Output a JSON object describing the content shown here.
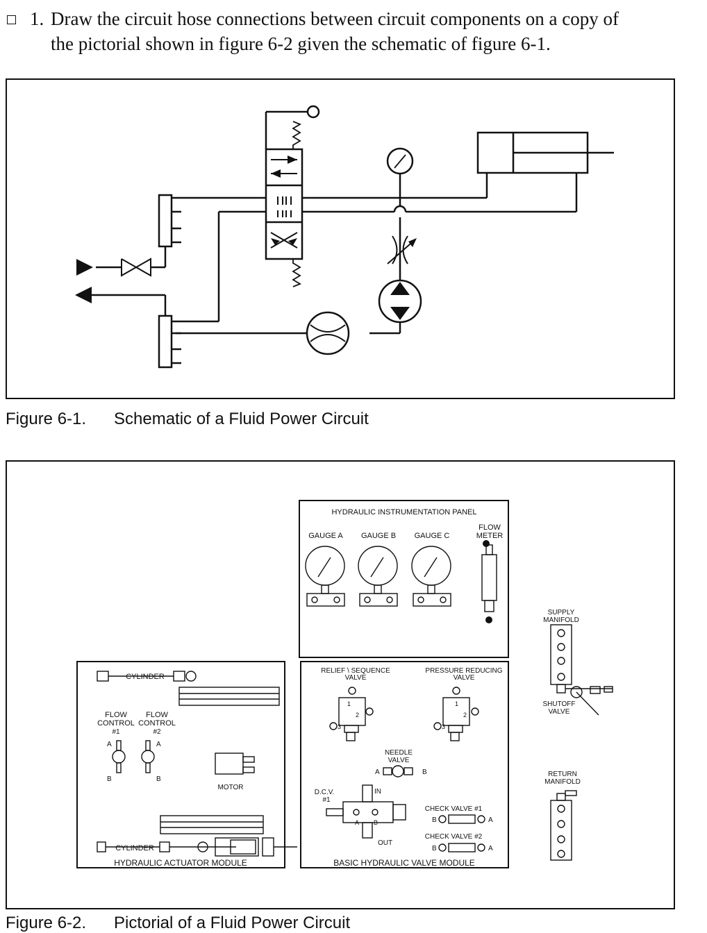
{
  "question": {
    "number": "1.",
    "line1": "Draw the circuit hose connections between circuit components on a copy of",
    "line2": "the pictorial shown in figure 6-2 given the schematic of figure 6-1."
  },
  "figure1": {
    "caption_number": "Figure 6-1.",
    "caption_title": "Schematic of a Fluid Power Circuit"
  },
  "figure2": {
    "caption_number": "Figure 6-2.",
    "caption_title": "Pictorial of a Fluid Power Circuit",
    "instrumentation_panel": {
      "title": "HYDRAULIC INSTRUMENTATION PANEL",
      "gauge_a": "GAUGE A",
      "gauge_b": "GAUGE B",
      "gauge_c": "GAUGE C",
      "flow_meter_1": "FLOW",
      "flow_meter_2": "METER"
    },
    "supply_manifold": {
      "line1": "SUPPLY",
      "line2": "MANIFOLD"
    },
    "shutoff_valve": {
      "line1": "SHUTOFF",
      "line2": "VALVE"
    },
    "return_manifold": {
      "line1": "RETURN",
      "line2": "MANIFOLD"
    },
    "actuator_module": {
      "title": "HYDRAULIC ACTUATOR MODULE",
      "cylinder_top": "CYLINDER",
      "cylinder_bottom": "CYLINDER",
      "flow_control": "FLOW",
      "control": "CONTROL",
      "fc1_num": "#1",
      "fc2_num": "#2",
      "port_a": "A",
      "port_b": "B",
      "motor": "MOTOR"
    },
    "valve_module": {
      "title": "BASIC HYDRAULIC VALVE MODULE",
      "relief_line1": "RELIEF \\ SEQUENCE",
      "relief_line2": "VALVE",
      "pressure_line1": "PRESSURE REDUCING",
      "pressure_line2": "VALVE",
      "needle_line1": "NEEDLE",
      "needle_line2": "VALVE",
      "dcv_line1": "D.C.V.",
      "dcv_line2": "#1",
      "port_in": "IN",
      "port_out": "OUT",
      "port_a": "A",
      "port_b": "B",
      "port_1": "1",
      "port_2": "2",
      "port_3": "3",
      "check1": "CHECK VALVE #1",
      "check2": "CHECK VALVE #2"
    }
  }
}
